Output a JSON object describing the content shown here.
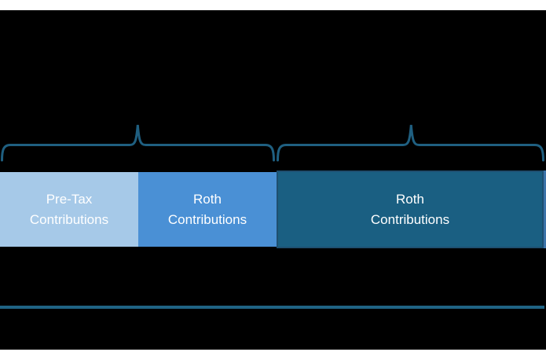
{
  "diagram": {
    "title_hint": "contribution types bar diagram",
    "background_color": "#000000",
    "page_color": "#ffffff",
    "bar": {
      "segments": [
        {
          "id": "pre-tax",
          "label": "Pre-Tax\nContributions",
          "color": "#a6c9e8",
          "text_color": "#ffffff"
        },
        {
          "id": "roth-1",
          "label": "Roth\nContributions",
          "color": "#4a90d5",
          "text_color": "#ffffff"
        },
        {
          "id": "roth-2",
          "label": "Roth\nContributions",
          "color": "#1a5f82",
          "border_color": "#1e4f70",
          "text_color": "#ffffff"
        }
      ],
      "right_edge_sliver_color": "#3b73a9"
    },
    "braces": {
      "color": "#1f5f80",
      "left_brace_span": "segments 1-2",
      "right_brace_span": "segment 3"
    },
    "divider_line_color": "#1f6384"
  }
}
